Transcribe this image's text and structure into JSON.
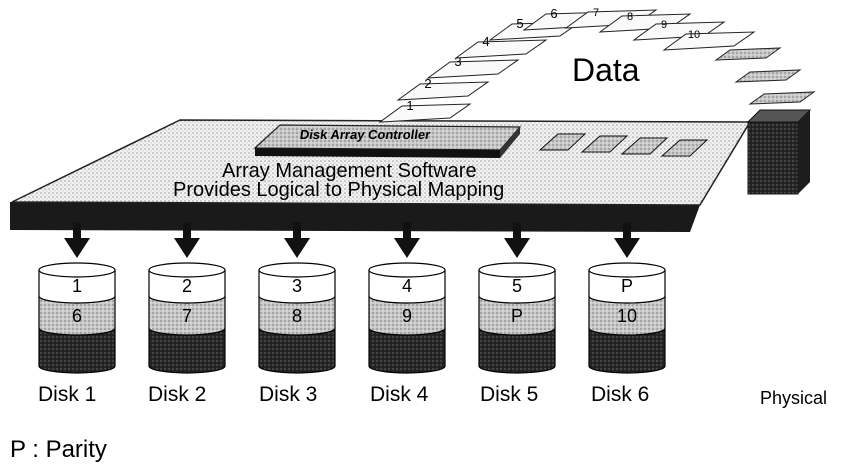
{
  "title_word": "Data",
  "controller_label": "Disk Array Controller",
  "software_line1": "Array Management Software",
  "software_line2": "Provides Logical to Physical Mapping",
  "data_blocks": [
    "1",
    "2",
    "3",
    "4",
    "5",
    "6",
    "7",
    "8",
    "9",
    "10"
  ],
  "disks": [
    {
      "label": "Disk 1",
      "top": "1",
      "mid": "6"
    },
    {
      "label": "Disk 2",
      "top": "2",
      "mid": "7"
    },
    {
      "label": "Disk 3",
      "top": "3",
      "mid": "8"
    },
    {
      "label": "Disk 4",
      "top": "4",
      "mid": "9"
    },
    {
      "label": "Disk 5",
      "top": "5",
      "mid": "P"
    },
    {
      "label": "Disk 6",
      "top": "P",
      "mid": "10"
    }
  ],
  "physical_label": "Physical",
  "legend": "P : Parity"
}
